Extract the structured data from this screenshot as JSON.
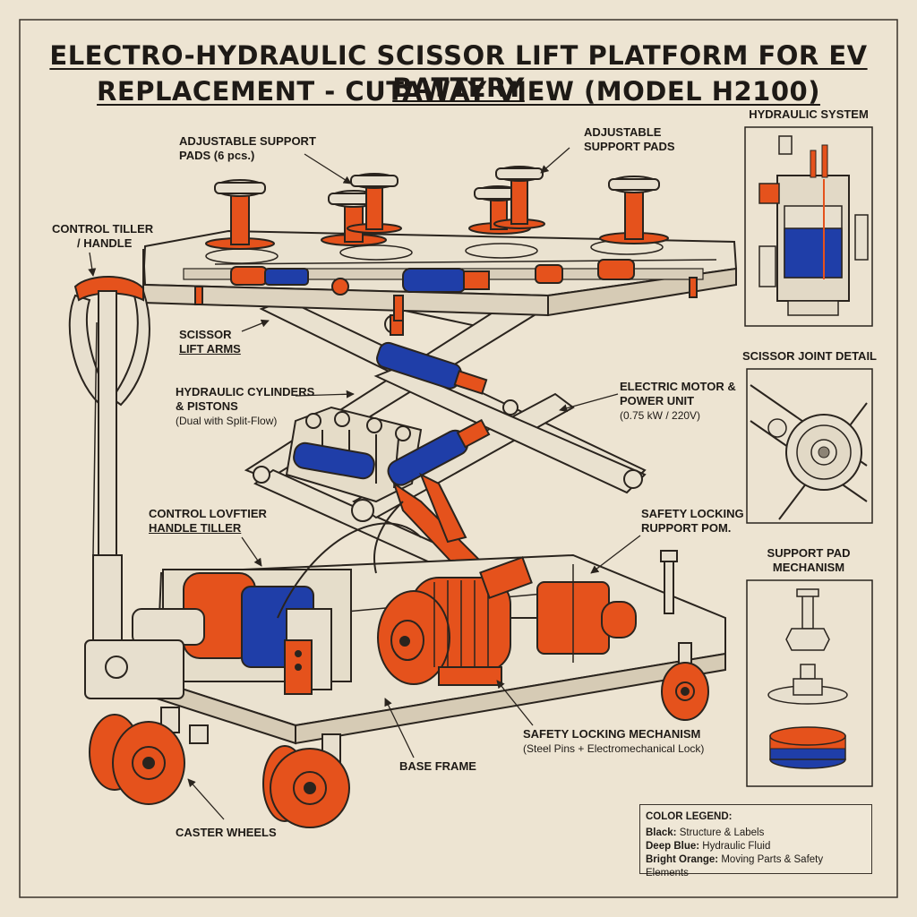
{
  "title": {
    "line1": "ELECTRO-HYDRAULIC SCISSOR LIFT PLATFORM FOR EV BATTERY",
    "line2": "REPLACEMENT - CUTAWAY VIEW (MODEL H2100)"
  },
  "labels": {
    "support_pads_left": [
      "ADJUSTABLE SUPPORT",
      "PADS (6 pcs.)"
    ],
    "support_pads_right": [
      "ADJUSTABLE",
      "SUPPORT PADS"
    ],
    "control_tiller": [
      "CONTROL TILLER",
      "/ HANDLE"
    ],
    "scissor_arms": [
      "SCISSOR",
      "LIFT ARMS"
    ],
    "hydraulic_cylinders": [
      "HYDRAULIC CYLINDERS",
      "& PISTONS",
      "(Dual with Split-Flow)"
    ],
    "motor": [
      "ELECTRIC MOTOR &",
      "POWER UNIT",
      "(0.75 kW / 220V)"
    ],
    "control_lovftier": [
      "CONTROL LOVFTIER",
      "HANDLE  TILLER"
    ],
    "safety_locking_support": [
      "SAFETY LOCKING",
      "RUPPORT POM."
    ],
    "safety_mechanism": [
      "SAFETY LOCKING MECHANISM",
      "(Steel Pins + Electromechanical Lock)"
    ],
    "base_frame": "BASE FRAME",
    "caster_wheels": "CASTER WHEELS"
  },
  "panels": {
    "hydraulic": "HYDRAULIC SYSTEM",
    "joint": "SCISSOR JOINT DETAIL",
    "pad": [
      "SUPPORT PAD",
      "MECHANISM"
    ]
  },
  "legend": {
    "heading": "COLOR LEGEND:",
    "items": [
      {
        "key": "Black:",
        "text": "Structure & Labels"
      },
      {
        "key": "Deep Blue:",
        "text": "Hydraulic Fluid"
      },
      {
        "key": "Bright Orange:",
        "text": "Moving Parts & Safety Elements"
      }
    ]
  },
  "colors": {
    "paper": "#ede4d2",
    "ink": "#2a241e",
    "frame": "#e7dfce",
    "orange": "#e5521c",
    "blue": "#1f3ea8"
  }
}
